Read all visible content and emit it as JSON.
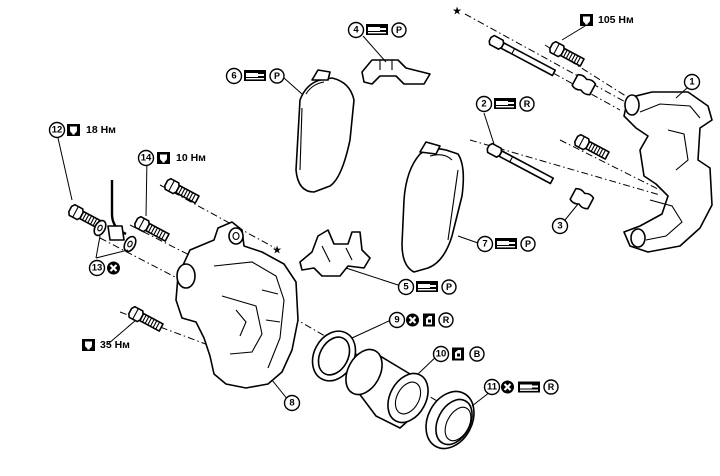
{
  "callouts": [
    {
      "num": "1"
    },
    {
      "num": "2"
    },
    {
      "num": "3"
    },
    {
      "num": "4"
    },
    {
      "num": "5"
    },
    {
      "num": "6"
    },
    {
      "num": "7"
    },
    {
      "num": "8"
    },
    {
      "num": "9"
    },
    {
      "num": "10"
    },
    {
      "num": "11"
    },
    {
      "num": "12"
    },
    {
      "num": "13"
    },
    {
      "num": "14"
    }
  ],
  "torques": {
    "t105": "105 Нм",
    "t18": "18 Нм",
    "t10": "10 Нм",
    "t35": "35 Нм"
  },
  "symbols": {
    "P": "P",
    "R": "R",
    "B": "B",
    "replace": "✕",
    "star": "★"
  },
  "icons": [
    "torque-wrench-icon",
    "grease-icon",
    "do-not-reuse-icon",
    "brake-fluid-icon"
  ]
}
